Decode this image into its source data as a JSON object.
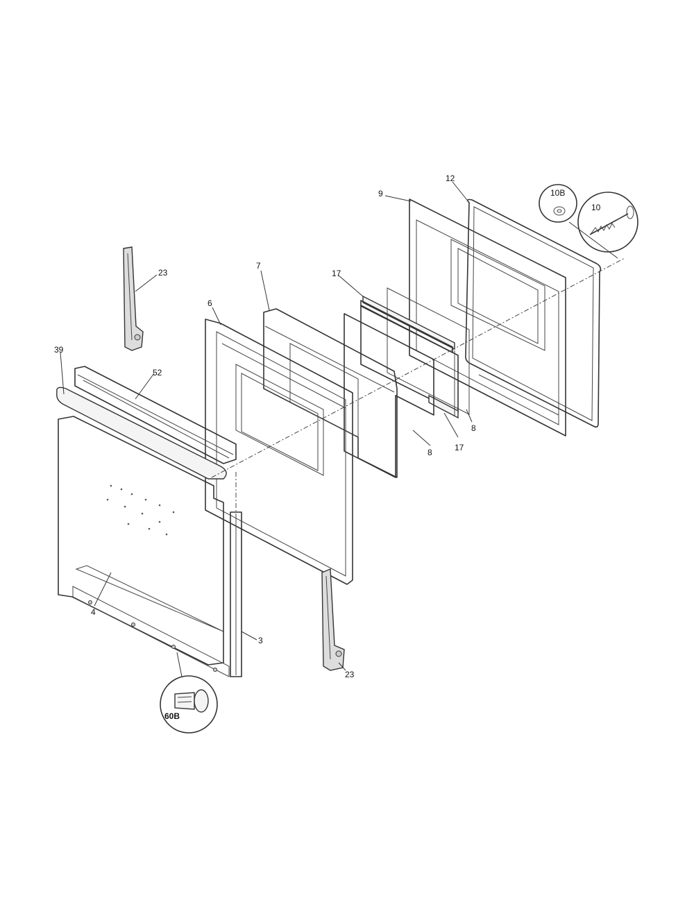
{
  "callouts": [
    {
      "id": "c-12",
      "text": "12"
    },
    {
      "id": "c-9",
      "text": "9"
    },
    {
      "id": "c-10b",
      "text": "10B"
    },
    {
      "id": "c-10",
      "text": "10"
    },
    {
      "id": "c-23-top",
      "text": "23"
    },
    {
      "id": "c-7",
      "text": "7"
    },
    {
      "id": "c-17-top",
      "text": "17"
    },
    {
      "id": "c-6",
      "text": "6"
    },
    {
      "id": "c-39",
      "text": "39"
    },
    {
      "id": "c-52",
      "text": "52"
    },
    {
      "id": "c-8-right",
      "text": "8"
    },
    {
      "id": "c-17-bottom",
      "text": "17"
    },
    {
      "id": "c-8-mid",
      "text": "8"
    },
    {
      "id": "c-4",
      "text": "4"
    },
    {
      "id": "c-3",
      "text": "3"
    },
    {
      "id": "c-23-bottom",
      "text": "23"
    },
    {
      "id": "c-60b",
      "text": "60B"
    }
  ],
  "colors": {
    "line": "#333333",
    "background": "#ffffff"
  }
}
